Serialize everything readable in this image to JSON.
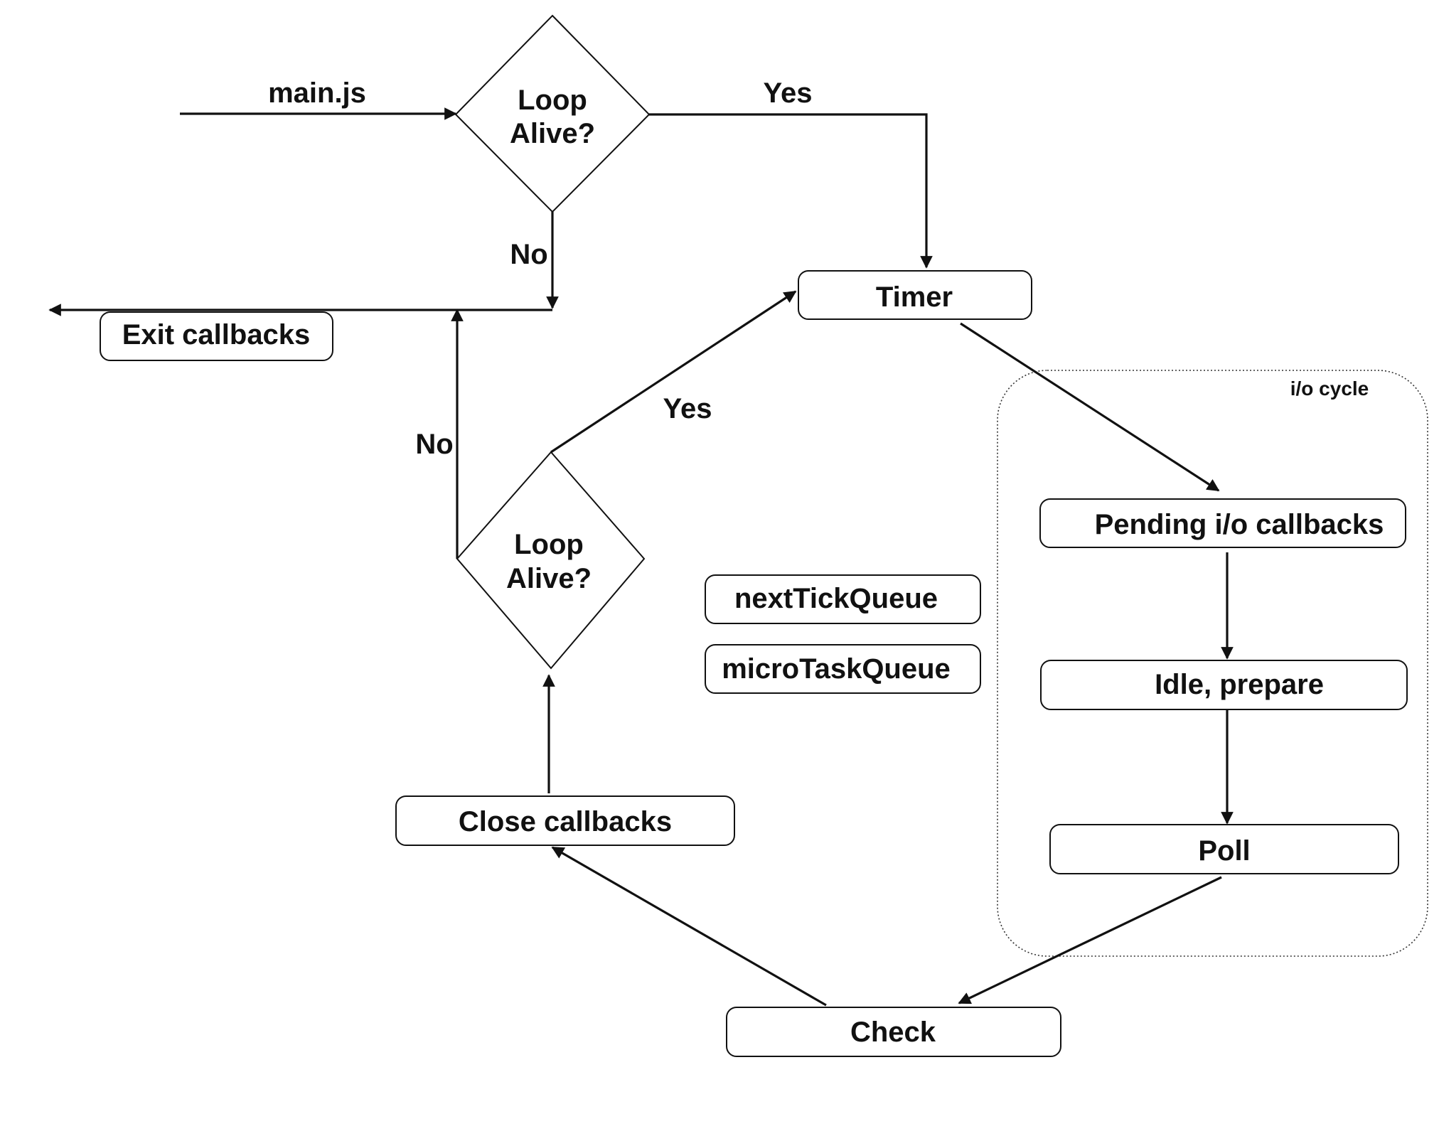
{
  "nodes": {
    "loop_alive_top": {
      "line1": "Loop",
      "line2": "Alive?"
    },
    "loop_alive_bottom": {
      "line1": "Loop",
      "line2": "Alive?"
    },
    "exit_callbacks": "Exit callbacks",
    "timer": "Timer",
    "pending_io_callbacks": "Pending i/o callbacks",
    "idle_prepare": "Idle, prepare",
    "poll": "Poll",
    "check": "Check",
    "close_callbacks": "Close callbacks",
    "next_tick_queue": "nextTickQueue",
    "micro_task_queue": "microTaskQueue"
  },
  "edge_labels": {
    "entry": "main.js",
    "top_yes": "Yes",
    "top_no": "No",
    "bottom_yes": "Yes",
    "bottom_no": "No"
  },
  "group": {
    "label": "i/o cycle"
  },
  "colors": {
    "stroke": "#111111",
    "background": "#ffffff"
  }
}
